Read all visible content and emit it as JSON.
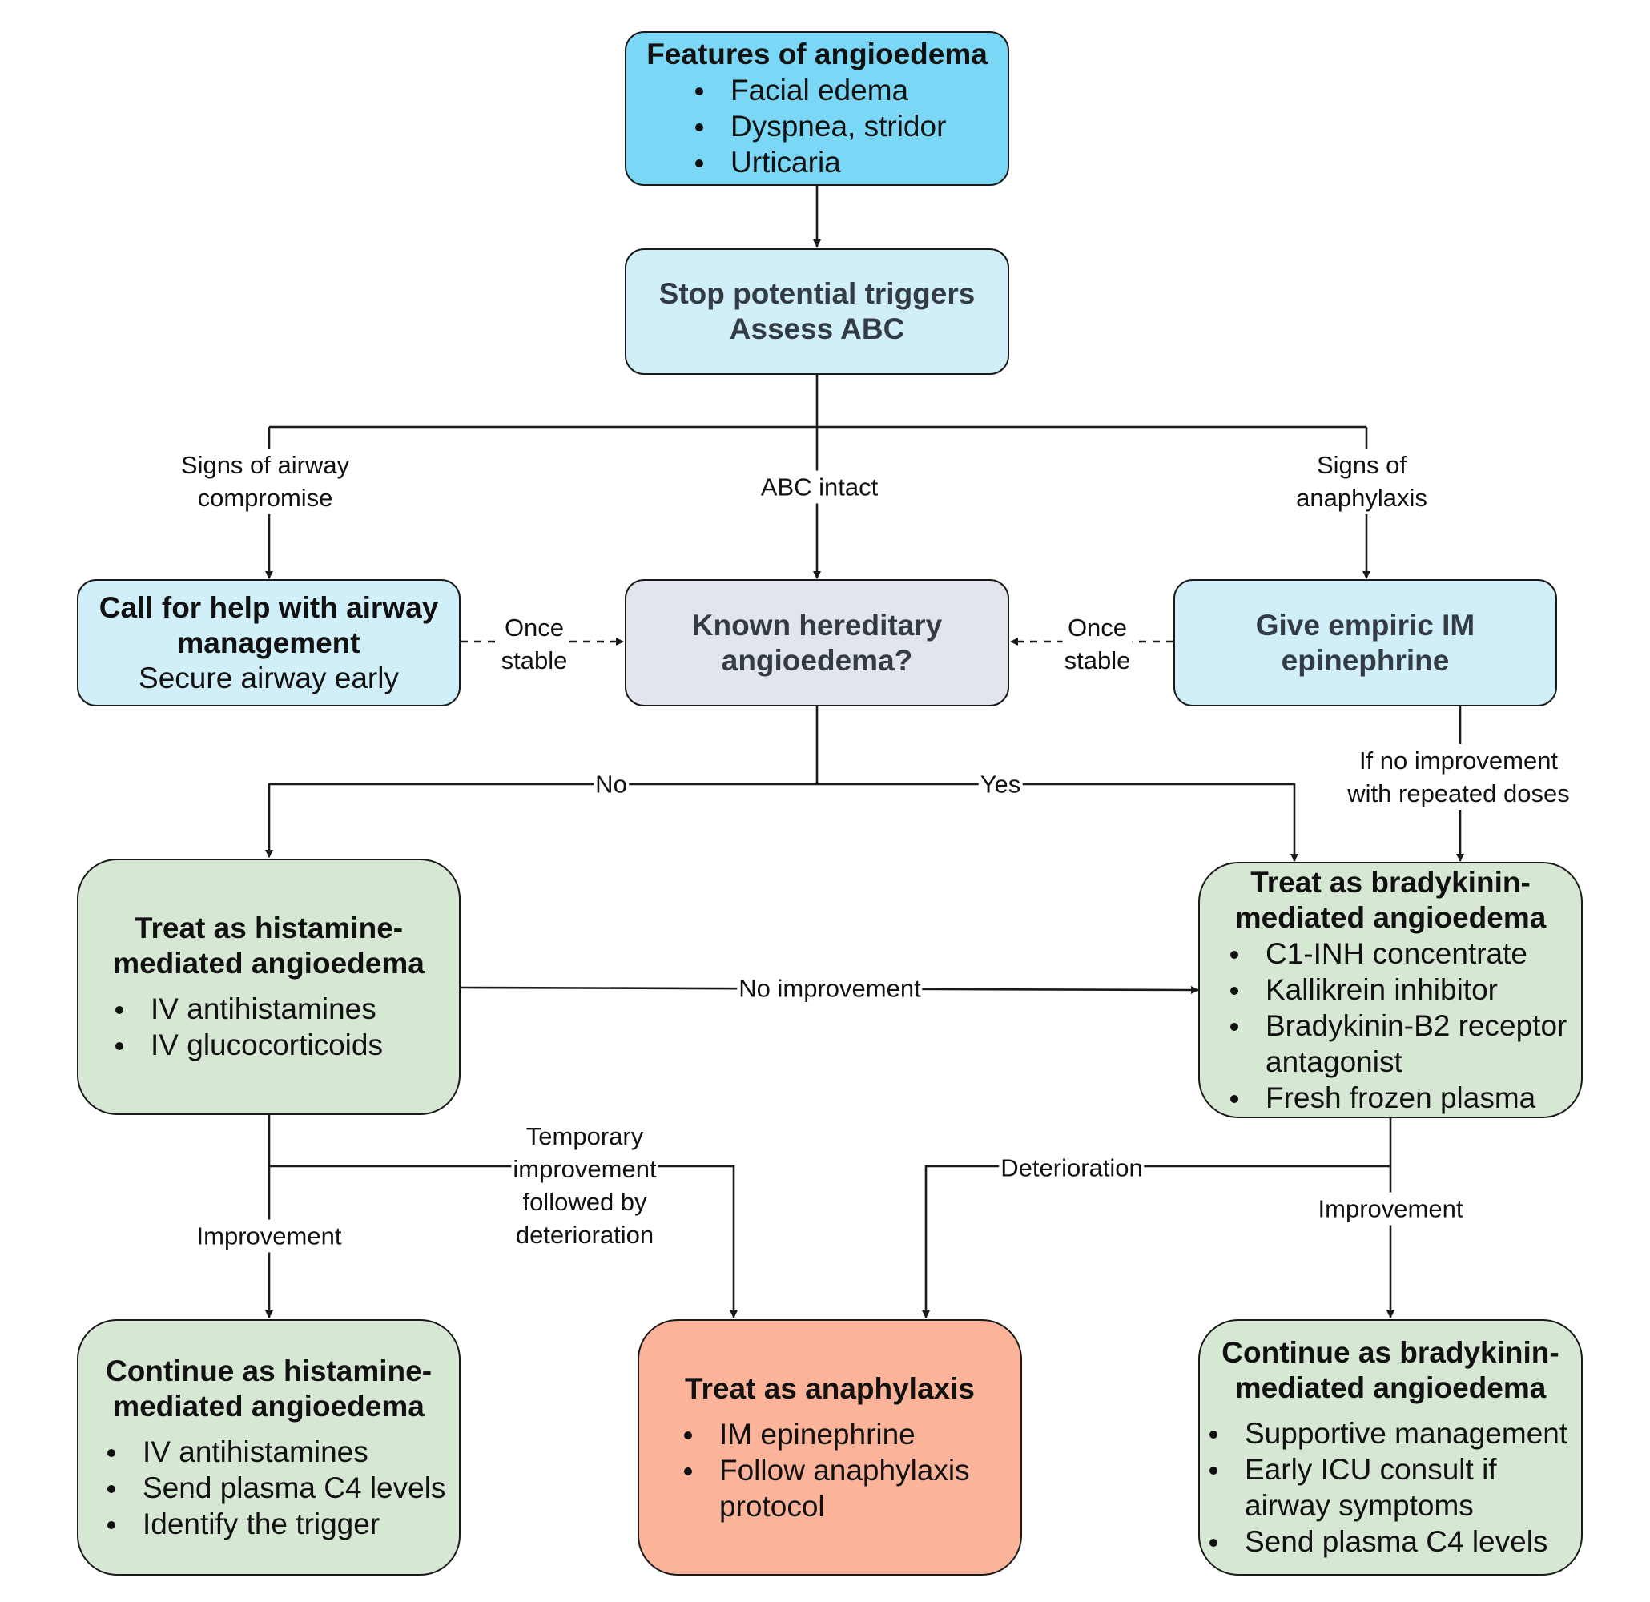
{
  "nodes": {
    "features": {
      "title": "Features of angioedema",
      "items": [
        "Facial edema",
        "Dyspnea, stridor",
        "Urticaria"
      ]
    },
    "stop": {
      "line1": "Stop potential triggers",
      "line2": "Assess ABC"
    },
    "airway": {
      "title1": "Call for help with airway",
      "title2": "management",
      "text": "Secure airway early"
    },
    "hereditary": {
      "line1": "Known hereditary",
      "line2": "angioedema?"
    },
    "epinephrine": {
      "line1": "Give empiric IM",
      "line2": "epinephrine"
    },
    "histamine": {
      "title1": "Treat as histamine-",
      "title2": "mediated angioedema",
      "items": [
        "IV antihistamines",
        "IV glucocorticoids"
      ]
    },
    "bradykinin": {
      "title1": "Treat as bradykinin-",
      "title2": "mediated angioedema",
      "items": [
        "C1-INH concentrate",
        "Kallikrein inhibitor",
        "Bradykinin-B2 receptor antagonist",
        "Fresh frozen plasma"
      ]
    },
    "continue_histamine": {
      "title1": "Continue as histamine-",
      "title2": "mediated angioedema",
      "items": [
        "IV antihistamines",
        "Send plasma C4 levels",
        "Identify the trigger"
      ]
    },
    "anaphylaxis": {
      "title": "Treat as anaphylaxis",
      "items": [
        "IM epinephrine",
        "Follow anaphylaxis protocol"
      ]
    },
    "continue_bradykinin": {
      "title1": "Continue as bradykinin-",
      "title2": "mediated angioedema",
      "items": [
        "Supportive management",
        "Early ICU consult if airway symptoms",
        "Send plasma C4 levels"
      ]
    }
  },
  "edge_labels": {
    "airway_signs": [
      "Signs of airway",
      "compromise"
    ],
    "abc_intact": "ABC intact",
    "anaphylaxis_signs": [
      "Signs of",
      "anaphylaxis"
    ],
    "once_stable_left": [
      "Once",
      "stable"
    ],
    "once_stable_right": [
      "Once",
      "stable"
    ],
    "no_improvement_repeated": [
      "If no improvement",
      "with repeated doses"
    ],
    "no": "No",
    "yes": "Yes",
    "no_improvement": "No improvement",
    "temporary": [
      "Temporary",
      "improvement",
      "followed by",
      "deterioration"
    ],
    "deterioration": "Deterioration",
    "improvement_left": "Improvement",
    "improvement_right": "Improvement"
  },
  "colors": {
    "features_fill": "#7ad8f6",
    "step_fill": "#d0eff9",
    "question_fill": "#e2e6ec",
    "treatment_fill": "#d6e7d3",
    "anaphylaxis_fill": "#fbb49a",
    "line": "#1a1a1a"
  }
}
